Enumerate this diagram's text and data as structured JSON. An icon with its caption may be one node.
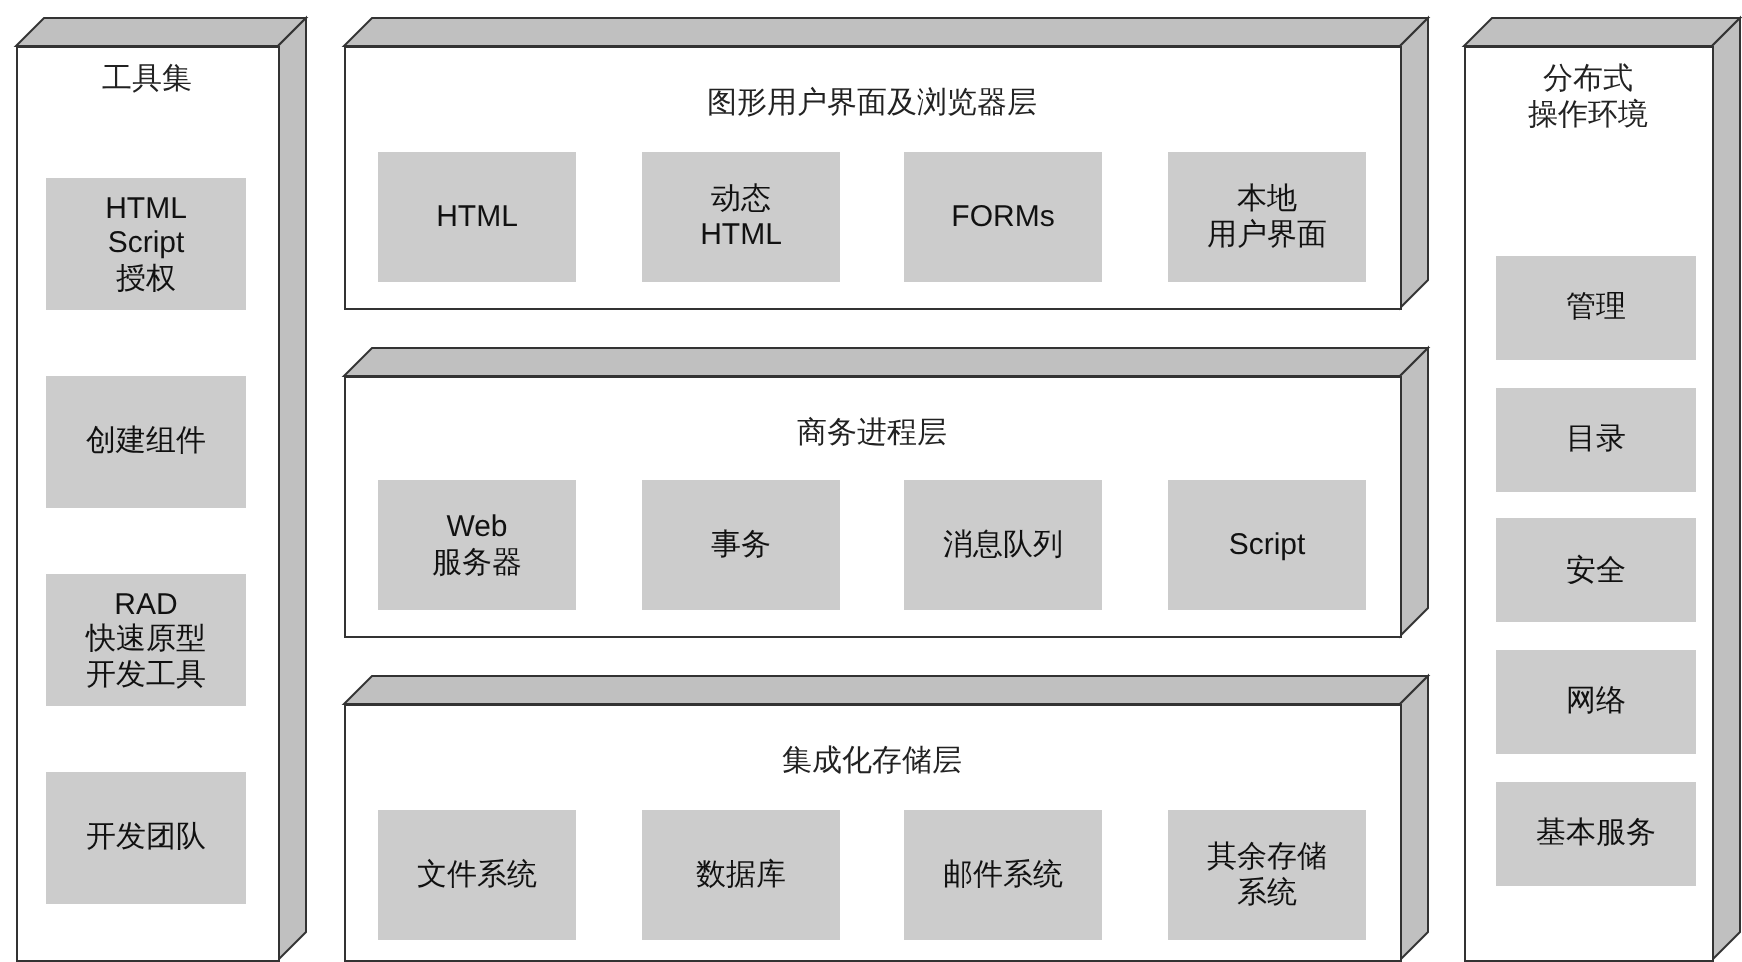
{
  "diagram": {
    "nodes": [
      {
        "text": [
          "工具集"
        ]
      },
      {
        "text": [
          "HTML Script 授权"
        ],
        "in": 0
      },
      {
        "text": [
          "创建组件"
        ],
        "in": 0
      },
      {
        "text": [
          "RAD 快速原型开发工具"
        ],
        "in": 0
      },
      {
        "text": [
          "开发团队"
        ],
        "in": 0
      },
      {
        "text": [
          "图形用户界面及浏览器层"
        ]
      },
      {
        "text": [
          "HTML"
        ],
        "in": 5
      },
      {
        "text": [
          "动态 HTML"
        ],
        "in": 5
      },
      {
        "text": [
          "FORMs"
        ],
        "in": 5
      },
      {
        "text": [
          "本地用户界面"
        ],
        "in": 5
      },
      {
        "text": [
          "商务进程层"
        ]
      },
      {
        "text": [
          "Web 服务器"
        ],
        "in": 10
      },
      {
        "text": [
          "事务"
        ],
        "in": 10
      },
      {
        "text": [
          "消息队列"
        ],
        "in": 10
      },
      {
        "text": [
          "Script"
        ],
        "in": 10
      },
      {
        "text": [
          "集成化存储层"
        ]
      },
      {
        "text": [
          "文件系统"
        ],
        "in": 15
      },
      {
        "text": [
          "数据库"
        ],
        "in": 15
      },
      {
        "text": [
          "邮件系统"
        ],
        "in": 15
      },
      {
        "text": [
          "其余存储系统"
        ],
        "in": 15
      },
      {
        "text": [
          "分布式操作环境"
        ]
      },
      {
        "text": [
          "管理"
        ],
        "in": 20
      },
      {
        "text": [
          "目录"
        ],
        "in": 20
      },
      {
        "text": [
          "安全"
        ],
        "in": 20
      },
      {
        "text": [
          "网络"
        ],
        "in": 20
      },
      {
        "text": [
          "基本服务"
        ],
        "in": 20
      }
    ]
  }
}
